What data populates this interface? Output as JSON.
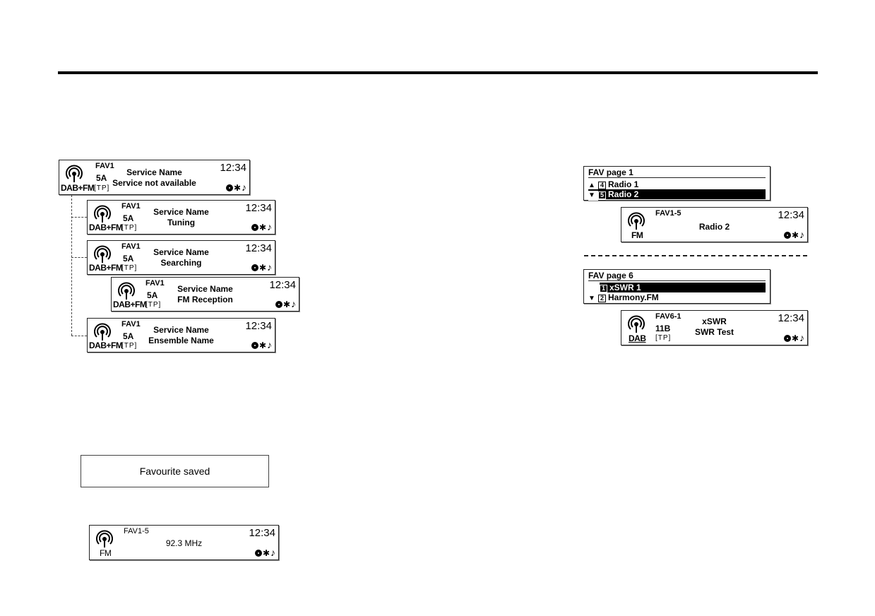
{
  "displays": {
    "main": {
      "fav": "FAV1",
      "channel": "5A",
      "tp": "[TP]",
      "source": "DAB+FM",
      "time": "12:34",
      "line1": "Service Name",
      "line2": "Service not available"
    },
    "tuning": {
      "fav": "FAV1",
      "channel": "5A",
      "tp": "[TP]",
      "source": "DAB+FM",
      "time": "12:34",
      "line1": "Service Name",
      "line2": "Tuning"
    },
    "searching": {
      "fav": "FAV1",
      "channel": "5A",
      "tp": "[TP]",
      "source": "DAB+FM",
      "time": "12:34",
      "line1": "Service Name",
      "line2": "Searching"
    },
    "fm_reception": {
      "fav": "FAV1",
      "channel": "5A",
      "tp": "[TP]",
      "source": "DAB+FM",
      "time": "12:34",
      "line1": "Service Name",
      "line2": "FM Reception"
    },
    "ensemble": {
      "fav": "FAV1",
      "channel": "5A",
      "tp": "[TP]",
      "source": "DAB+FM",
      "time": "12:34",
      "line1": "Service Name",
      "line2": "Ensemble Name"
    },
    "fm_freq": {
      "fav": "FAV1-5",
      "source": "FM",
      "time": "12:34",
      "line1": "92.3 MHz"
    },
    "radio2": {
      "fav": "FAV1-5",
      "source": "FM",
      "time": "12:34",
      "line1": "Radio 2"
    },
    "swr": {
      "fav": "FAV6-1",
      "channel": "11B",
      "tp": "[TP]",
      "source": "DAB",
      "time": "12:34",
      "line1": "xSWR",
      "line2": "SWR Test"
    }
  },
  "status_icons": [
    "cd-icon",
    "bluetooth-icon",
    "music-note-icon"
  ],
  "status_glyphs": {
    "bluetooth": "✱",
    "note": "♪"
  },
  "fav_page_1": {
    "title": "FAV page 1",
    "rows": [
      {
        "arrow": "▲",
        "num": "4",
        "label": "Radio 1",
        "selected": false
      },
      {
        "arrow": "▼",
        "num": "5",
        "label": "Radio 2",
        "selected": true
      }
    ]
  },
  "fav_page_6": {
    "title": "FAV page 6",
    "rows": [
      {
        "arrow": "",
        "num": "1",
        "label": "xSWR 1",
        "selected": true
      },
      {
        "arrow": "▼",
        "num": "2",
        "label": "Harmony.FM",
        "selected": false
      }
    ]
  },
  "toast": {
    "message": "Favourite saved"
  }
}
